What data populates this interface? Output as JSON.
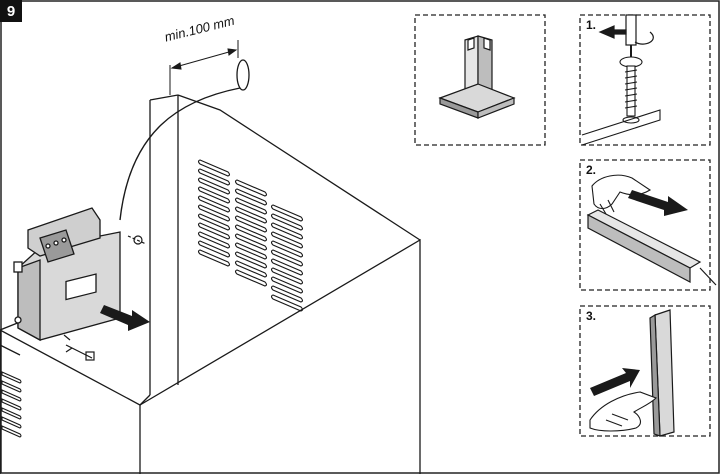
{
  "figure": {
    "step_number": "9",
    "dimension_label": "min.100 mm",
    "sub_steps": [
      {
        "label": "1."
      },
      {
        "label": "2."
      },
      {
        "label": "3."
      }
    ]
  },
  "colors": {
    "line": "#1a1a1a",
    "frame": "#222222",
    "panel_fill": "#d9d9d9",
    "panel_dark": "#9a9a9a",
    "badge": "#111111"
  },
  "icons": [
    "cooker-hood-icon",
    "screw-icon",
    "screwdriver-icon",
    "hand-icon",
    "arrow-icon",
    "cable-plug-icon"
  ]
}
